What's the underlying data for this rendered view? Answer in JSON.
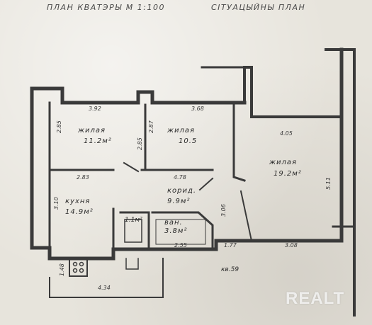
{
  "header": {
    "left": "ПЛАН КВАТЭРЫ  М  1:100",
    "right": "СІТУАЦЫЙНЫ ПЛАН"
  },
  "rooms": [
    {
      "label": "жилая",
      "area": "11.2м²"
    },
    {
      "label": "жилая",
      "area": "10.5"
    },
    {
      "label": "жилая",
      "area": "19.2м²"
    },
    {
      "label": "кухня",
      "area": "14.9м²"
    },
    {
      "label": "корид.",
      "area": "9.9м²"
    },
    {
      "label": "ван.",
      "area": "3.8м²"
    },
    {
      "label": "",
      "area": "1.1м²"
    }
  ],
  "dimensions": {
    "d1": "3.92",
    "d2": "3.68",
    "d3": "2.85",
    "d4": "2.87",
    "d5": "2.85",
    "d6": "4.05",
    "d7": "2.83",
    "d8": "4.78",
    "d9": "5.11",
    "d10": "3.10",
    "d11": "3.06",
    "d12": "2.55",
    "d13": "1.77",
    "d14": "3.08",
    "d15": "1.48",
    "d16": "4.34"
  },
  "apartment_label": "кв.59",
  "watermark": "REALT",
  "colors": {
    "ink": "#2b2b2b",
    "paper": "#e7e4dc"
  }
}
